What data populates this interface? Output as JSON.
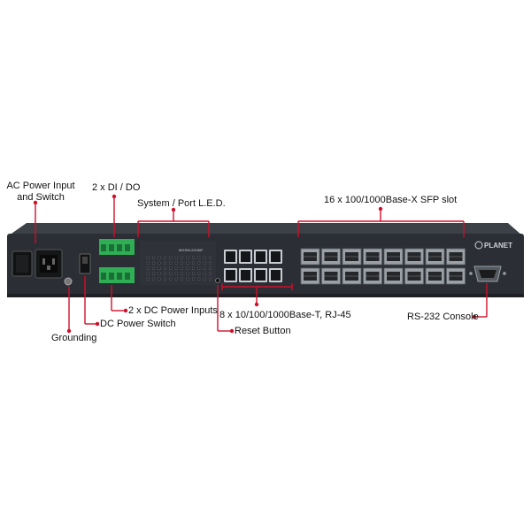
{
  "callouts": {
    "ac_power": [
      "AC Power Input",
      "and Switch"
    ],
    "di_do": "2 x DI / DO",
    "system_led": "System / Port L.E.D.",
    "sfp_slot": "16 x 100/1000Base-X SFP slot",
    "dc_inputs": "2 x DC Power Inputs",
    "dc_switch": "DC Power Switch",
    "grounding": "Grounding",
    "rj45": "8 x 10/100/1000Base-T, RJ-45",
    "reset": "Reset Button",
    "rs232": "RS-232 Console"
  },
  "device": {
    "brand": "PLANET",
    "model": "MGSW-24160F"
  },
  "colors": {
    "callout_line": "#d0102a",
    "chassis": "#2b2e34",
    "terminal_block": "#2fae55",
    "sfp_cage": "#9aa0a6"
  }
}
